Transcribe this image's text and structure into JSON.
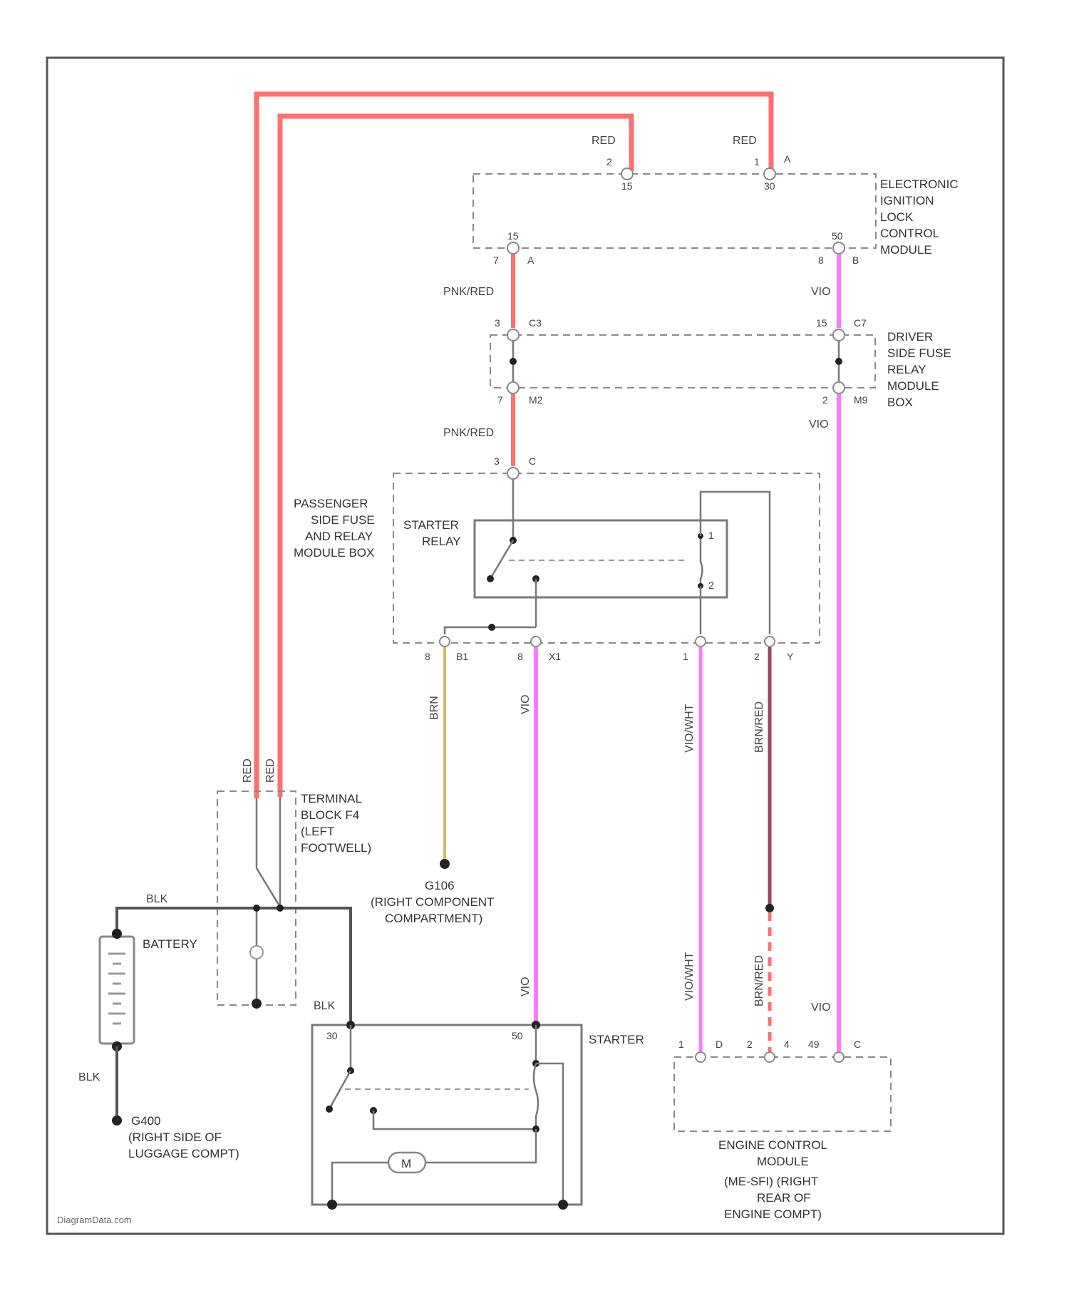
{
  "colors": {
    "red": "#ff6f6f",
    "violet": "#ff78ff",
    "tan": "#e0b560",
    "black": "#555555",
    "brown_red": "#9b4a58"
  },
  "wire_labels": {
    "red_left": "RED",
    "red_right": "RED",
    "pnk_red_upper": "PNK/RED",
    "pnk_red_lower": "PNK/RED",
    "vio_upper": "VIO",
    "vio_middle": "VIO",
    "vio_lower": "VIO",
    "brn": "BRN",
    "vio_starter_upper": "VIO",
    "vio_starter_lower": "VIO",
    "vio_wht_upper": "VIO/WHT",
    "vio_wht_lower": "VIO/WHT",
    "brn_red_upper": "BRN/RED",
    "brn_red_lower": "BRN/RED",
    "blk_top": "BLK",
    "blk_battery": "BLK",
    "blk_starter": "BLK",
    "term_red_1": "RED",
    "term_red_2": "RED"
  },
  "components": {
    "eis": [
      "ELECTRONIC",
      "IGNITION",
      "LOCK",
      "CONTROL",
      "MODULE"
    ],
    "driver_box": [
      "DRIVER",
      "SIDE FUSE",
      "RELAY",
      "MODULE",
      "BOX"
    ],
    "pass_box": [
      "PASSENGER",
      "SIDE FUSE",
      "AND RELAY",
      "MODULE BOX"
    ],
    "starter_relay": [
      "STARTER",
      "RELAY"
    ],
    "terminal_block": [
      "TERMINAL",
      "BLOCK F4",
      "(LEFT",
      "FOOTWELL)"
    ],
    "g106": [
      "G106",
      "(RIGHT COMPONENT",
      "COMPARTMENT)"
    ],
    "battery": "BATTERY",
    "g400": [
      "G400",
      "(RIGHT SIDE OF",
      "LUGGAGE COMPT)"
    ],
    "starter": "STARTER",
    "motor": "M",
    "ecm": [
      "ENGINE CONTROL",
      "MODULE",
      "(ME-SFI) (RIGHT",
      "REAR OF",
      "ENGINE COMPT)"
    ]
  },
  "pins": {
    "eis_top_left_num": "2",
    "eis_top_left_id": "15",
    "eis_top_right_num": "1",
    "eis_top_right_conn": "A",
    "eis_top_right_id": "30",
    "eis_bot_left_num": "7",
    "eis_bot_left_conn": "A",
    "eis_bot_left_id": "15",
    "eis_bot_right_num": "8",
    "eis_bot_right_conn": "B",
    "eis_bot_right_id": "50",
    "drv_top_left_num": "3",
    "drv_top_left_conn": "C3",
    "drv_top_right_num": "15",
    "drv_top_right_conn": "C7",
    "drv_bot_left_num": "7",
    "drv_bot_left_conn": "M2",
    "drv_bot_right_num": "2",
    "drv_bot_right_conn": "M9",
    "pass_top_num": "3",
    "pass_top_conn": "C",
    "pass_bot_1": "8",
    "pass_bot_1_conn": "B1",
    "pass_bot_2": "8",
    "pass_bot_2_conn": "X1",
    "pass_bot_3": "1",
    "pass_bot_4": "2",
    "pass_bot_4_conn": "Y",
    "relay_pin_1": "1",
    "relay_pin_2": "2",
    "starter_30": "30",
    "starter_50": "50",
    "ecm_1": "1",
    "ecm_d": "D",
    "ecm_2": "2",
    "ecm_4": "4",
    "ecm_49": "49",
    "ecm_c": "C"
  },
  "watermark": "DiagramData.com"
}
